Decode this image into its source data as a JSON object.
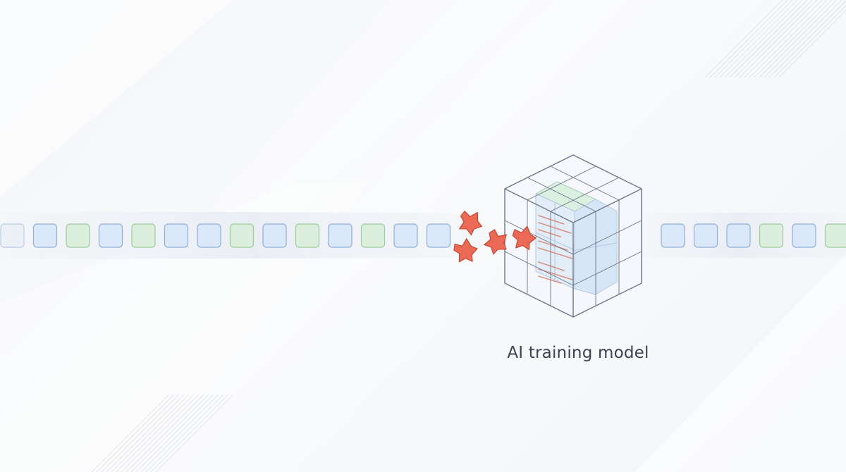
{
  "caption": "AI training model",
  "colors": {
    "background": "#f5f7f9",
    "token_blue_fill": "#dbe8f9",
    "token_blue_stroke": "#8fb0d8",
    "token_green_fill": "#dcefdc",
    "token_green_stroke": "#9ccba0",
    "token_faint_fill": "#e6edf6",
    "fragment_fill": "#ec6a55",
    "fragment_stroke": "#c9452f",
    "cube_stroke": "#6c7686",
    "cube_face": "#eef3f9"
  },
  "stream": {
    "incoming_token_kinds": [
      "faint",
      "blue",
      "green",
      "blue",
      "green",
      "blue",
      "blue",
      "green",
      "blue",
      "green",
      "blue",
      "green",
      "blue",
      "blue"
    ],
    "outgoing_token_kinds": [
      "blue",
      "blue",
      "blue",
      "green",
      "blue",
      "green",
      "faint"
    ]
  },
  "icons": [
    "poison-fragment-icon",
    "cube-model-icon"
  ]
}
